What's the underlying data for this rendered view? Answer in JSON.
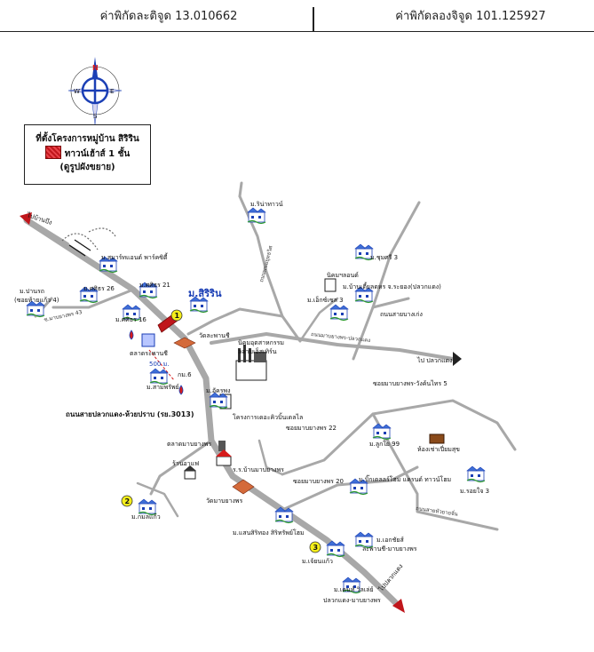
{
  "header": {
    "latitude": "ค่าพิกัดละติจูด 13.010662",
    "longitude": "ค่าพิกัดลองจิจูด 101.125927"
  },
  "legend": {
    "title": "ที่ตั้งโครงการหมู่บ้าน สิริริน",
    "item": "ทาวน์เฮ้าส์ 1 ชั้น",
    "note": "(ดูรูปผังขยาย)"
  },
  "compass": {
    "n": "N",
    "e": "E",
    "s": "S",
    "w": "W"
  },
  "colors": {
    "road": "#a8a8a8",
    "minor_road": "#9a9a9a",
    "project": "#c0161b",
    "accent": "#1b3fb5",
    "marker": "#f5ee1a"
  },
  "directions": {
    "to_ban_bueng": "ไปบ้านบึง",
    "to_pluak_daeng": "ไป ปลวกแดง",
    "to_pluak_daeng_2": "ไปปลวกแดง"
  },
  "markers": {
    "m1": "1",
    "m2": "2",
    "m3": "3"
  },
  "places": {
    "siririn": "ม.สิริริน",
    "smart_park": "ม.สมาร์ทแอนด์ พาร์คซิตี้",
    "rin_tai": "ม.ริน่าทาวน์",
    "sirin26": "ม.ศศิธร 26",
    "sirin21": "ม.ศศิธร 21",
    "sirin16": "ม.ศศิธร 16",
    "pan_rak": "ม.ปานรถ",
    "pan_rak_sub": "(ซอยท้ายแก้ว 4)",
    "soi43": "ซ.มาบยางพร 43",
    "market_rangpanasi": "ตลาดระพานชี",
    "wat_rangpanasi": "วัดละพานชี",
    "km500": "500 ม.",
    "ptt": "กม.6",
    "sampran": "ม.สามพรัพย์",
    "industrial_estate": "นิคมอุตสาหกรรม",
    "industrial_estate_2": "ลลามเอ็สเทิร์น",
    "chumlong": "ม.ชุมศรี 3",
    "nikhom_bangna": "นิคมฯลอนด์",
    "bangbot": "ม.บ้านเตี้ยลดหร จ.ระยอง(ปลวกแดง)",
    "gretchen": "ม.เอ็กซ์เซล 3",
    "intersection_k": "ถนนสายบางเก่ง",
    "road_rayong_pluak": "ถนนมาบยางพร-ปลวกแดง",
    "m_akarat": "ม.อัครพง",
    "digital_project": "โครงการเดอะคิวบิ้นเดลไล",
    "main_road": "ถนนสายปลวกแดง-ห้วยปราบ (รย.3013)",
    "soi_mabyang5": "ซอยมาบยางพร-วังค้นไทร 5",
    "soi22": "ซอยมาบยางพร 22",
    "soi20": "ซอยมาบยางพร 20",
    "market_mabyang": "ตลาดมาบยางพร",
    "shop": "ร้านอาแฟ",
    "school": "ร.ร.บ้านมาบยางพร",
    "wat_mabyang": "วัดมาบยางพร",
    "m_lukya": "ม.ลูกใย 99",
    "restaurant": "ห้องเช่าเปี่ยมสุข",
    "m_bankok": "ม.บิ๊กเดลลร์โฮม แครนด์ ทาวน์โฮม",
    "m_roi": "ม.รอยใจ 3",
    "m_lamaekaew": "ม.กมลแก้ว",
    "m_sansiri": "ม.แสนสิริทอง สิริทรัพย์โฮม",
    "m_pinkhouse": "ม.เจ้ยนแก้ว",
    "m_ekachai": "ม.เอกชัยส์",
    "m_ekachai_sub": "ละพานชี-มาบยางพร",
    "m_kent": "ม.เคนท์ วิลเล่ย์",
    "m_kent_sub": "ปลวกแดง-มาบยางพร",
    "soi_hua_yai": "ถนนสายหัวยายจั่น",
    "road_north": "ถนนพนมยุทธวิศ"
  }
}
